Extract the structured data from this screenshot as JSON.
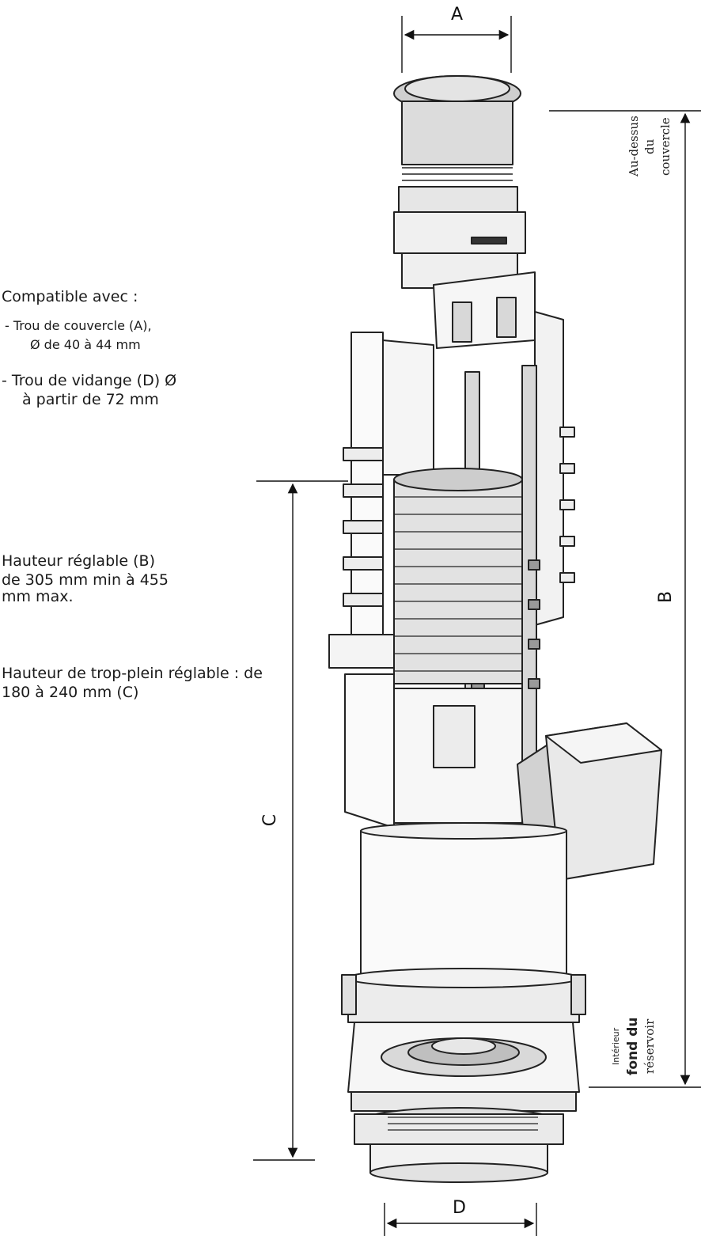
{
  "notes": {
    "compat_title": "Compatible avec :",
    "compat_line1a": "- Trou de couvercle (A),",
    "compat_line1b": "Ø de 40 à 44 mm",
    "compat_line2a": "- Trou de vidange (D) Ø",
    "compat_line2b": "à partir de 72 mm",
    "height_line1": "Hauteur réglable (B)",
    "height_line2": "de 305 mm min à 455",
    "height_line3": "mm max.",
    "overflow_line1": "Hauteur de trop-plein réglable : de",
    "overflow_line2": "180 à 240 mm (C)"
  },
  "dimensions": {
    "a": "A",
    "b": "B",
    "c": "C",
    "d": "D"
  },
  "side_labels": {
    "top_line1": "Au-dessus",
    "top_line2": "du",
    "top_line3": "couvercle",
    "bottom_line1": "Intérieur",
    "bottom_line2": "fond du",
    "bottom_line3": "réservoir"
  }
}
